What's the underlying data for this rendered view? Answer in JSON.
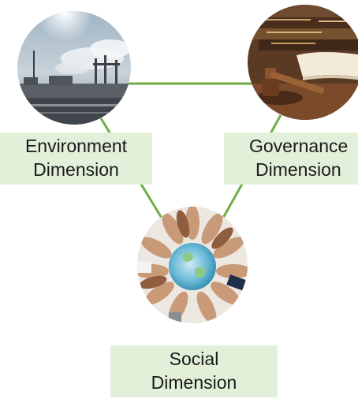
{
  "nodes": {
    "environment": {
      "line1": "Environment",
      "line2": "Dimension",
      "image": "industrial-port-smokestacks"
    },
    "governance": {
      "line1": "Governance",
      "line2": "Dimension",
      "image": "gavel-law-books"
    },
    "social": {
      "line1": "Social",
      "line2": "Dimension",
      "image": "hands-around-globe"
    }
  },
  "colors": {
    "connector": "#70ad47",
    "label_fill": "#e2f0d9",
    "text": "#1a1a1a"
  }
}
